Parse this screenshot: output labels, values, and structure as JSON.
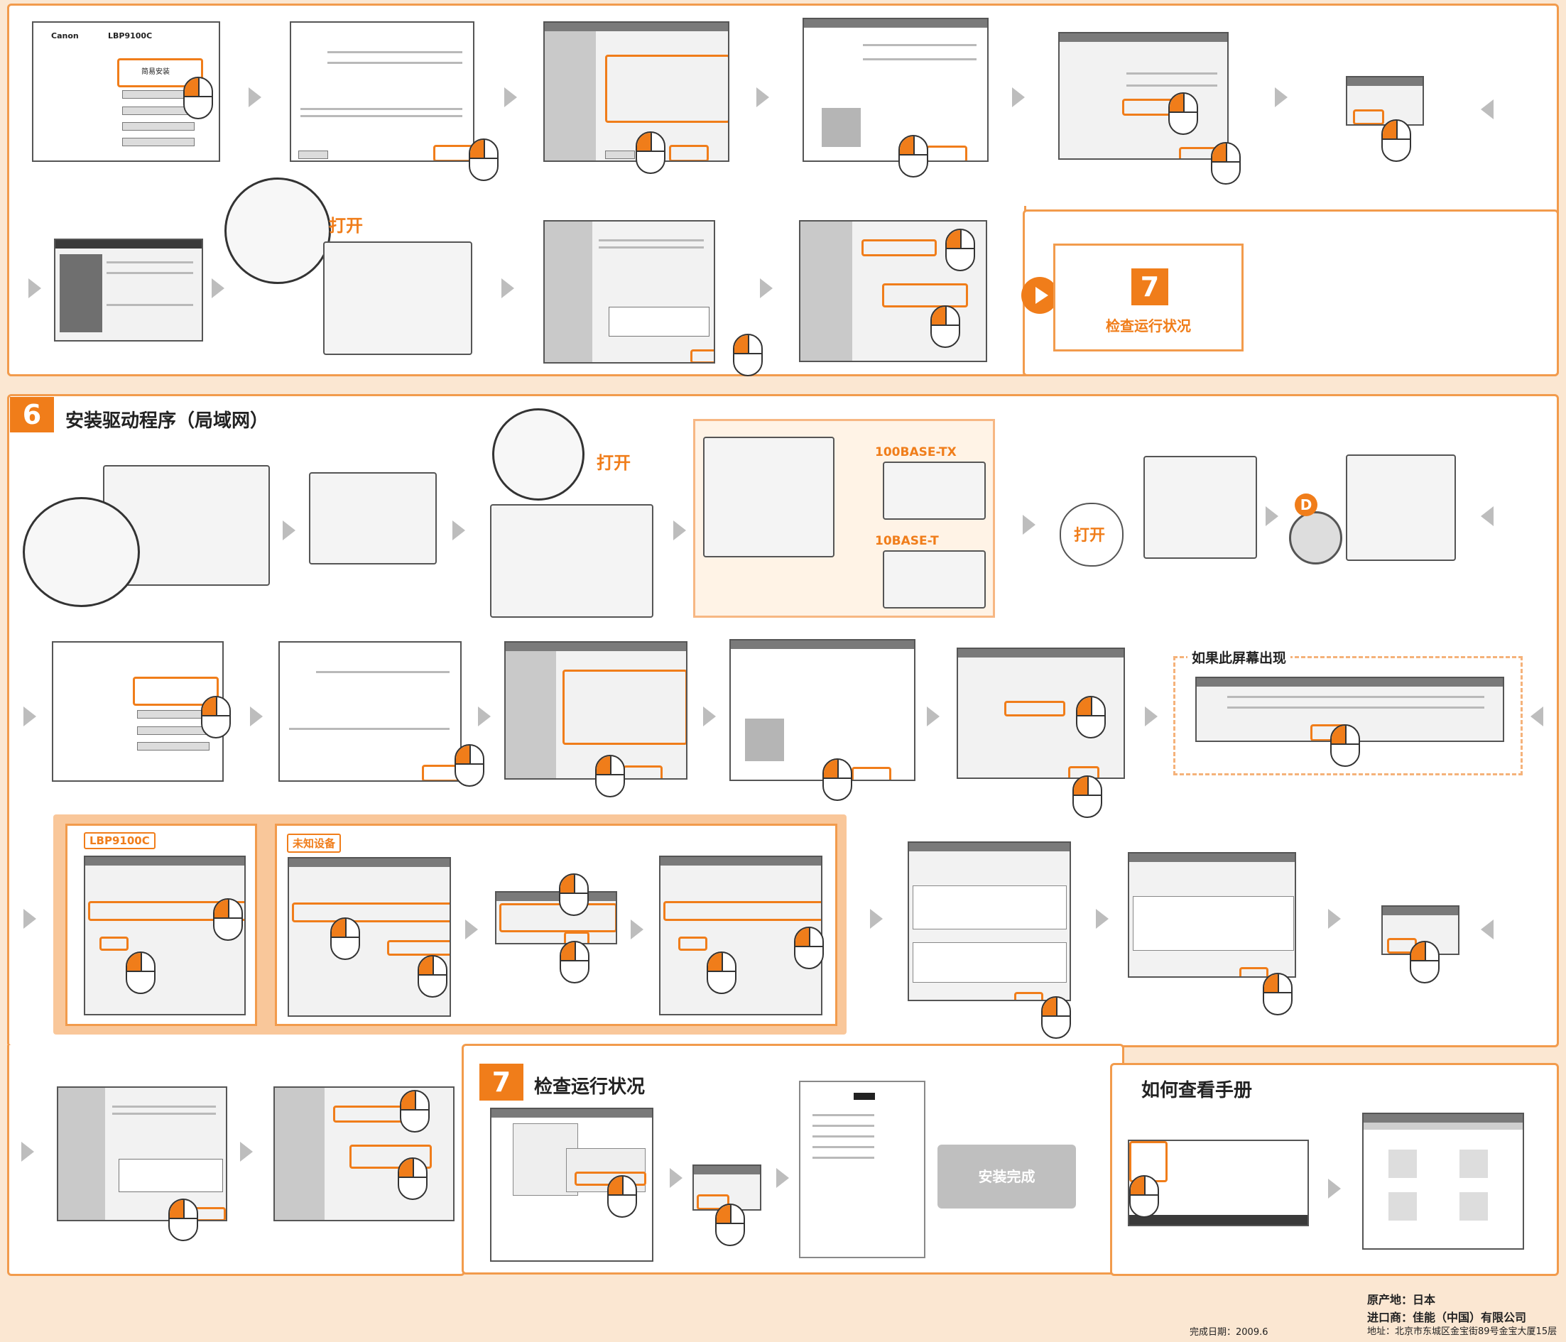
{
  "top": {
    "step7_box": {
      "number": "7",
      "label": "检查运行状况"
    },
    "open_label": "打开",
    "screens": {
      "canon_brand": "Canon",
      "model": "LBP9100C",
      "easy_install": "简易安装"
    }
  },
  "section6": {
    "number": "6",
    "title": "安装驱动程序（局域网）",
    "open_label": "打开",
    "open_label2": "打开",
    "lan_100": "100BASE-TX",
    "lan_10": "10BASE-T",
    "cd_letter": "D",
    "if_screen": "如果此屏幕出现",
    "tag_model": "LBP9100C",
    "tag_unknown": "未知设备"
  },
  "check": {
    "number": "7",
    "title": "检查运行状况",
    "done": "安装完成"
  },
  "manual": {
    "title": "如何查看手册"
  },
  "footer": {
    "origin": "原产地：日本",
    "importer": "进口商：佳能（中国）有限公司",
    "address": "地址：北京市东城区金宝街89号金宝大厦15层",
    "date": "完成日期：2009.6"
  },
  "colors": {
    "accent": "#f07d1a",
    "panel_border": "#f29b4c",
    "background": "#fbe7d2"
  }
}
